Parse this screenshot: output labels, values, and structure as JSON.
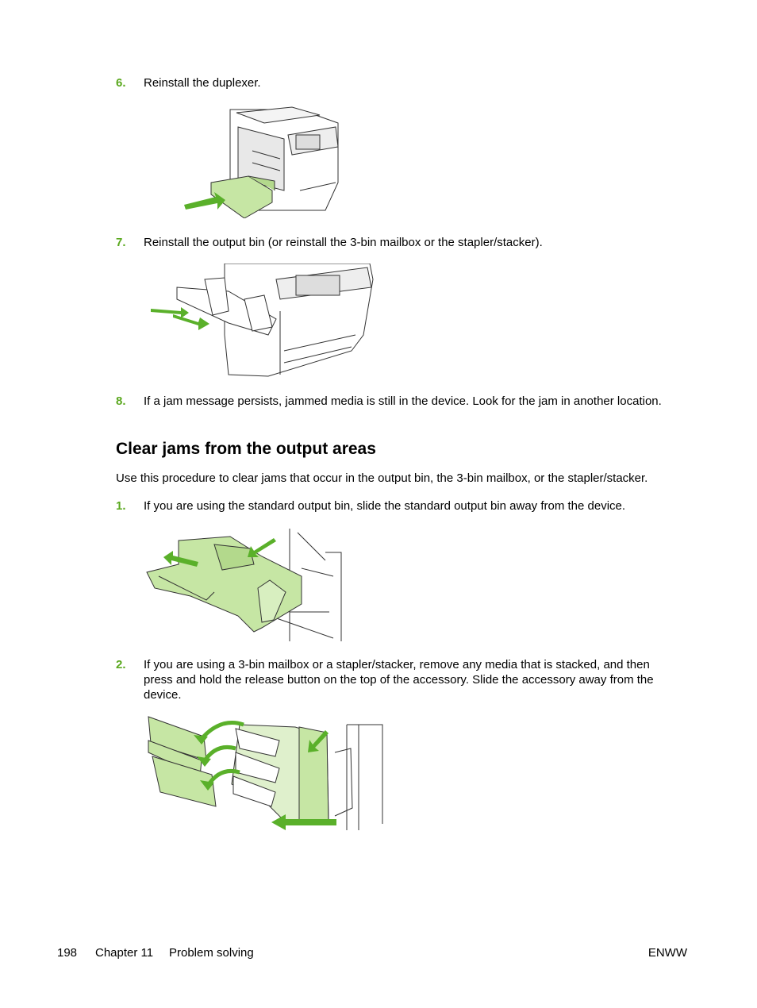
{
  "steps_top": [
    {
      "number": "6.",
      "text": "Reinstall the duplexer."
    },
    {
      "number": "7.",
      "text": "Reinstall the output bin (or reinstall the 3-bin mailbox or the stapler/stacker)."
    },
    {
      "number": "8.",
      "text": "If a jam message persists, jammed media is still in the device. Look for the jam in another location."
    }
  ],
  "section": {
    "heading": "Clear jams from the output areas",
    "intro": "Use this procedure to clear jams that occur in the output bin, the 3-bin mailbox, or the stapler/stacker.",
    "steps": [
      {
        "number": "1.",
        "text": "If you are using the standard output bin, slide the standard output bin away from the device."
      },
      {
        "number": "2.",
        "text": "If you are using a 3-bin mailbox or a stapler/stacker, remove any media that is stacked, and then press and hold the release button on the top of the accessory. Slide the accessory away from the device."
      }
    ]
  },
  "footer": {
    "page_number": "198",
    "chapter": "Chapter 11",
    "chapter_title": "Problem solving",
    "edition": "ENWW"
  },
  "colors": {
    "accent_green": "#5aa81e",
    "illustration_green": "#c6e6a4",
    "arrow_green": "#5ab02a"
  }
}
